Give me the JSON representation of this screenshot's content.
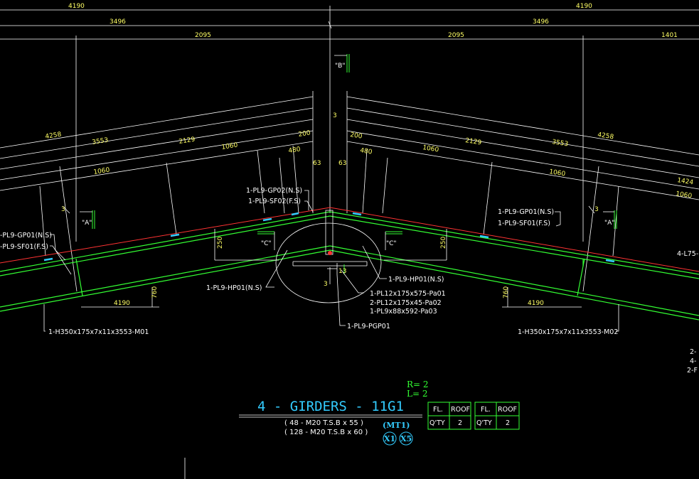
{
  "colors": {
    "background": "#000000",
    "member": "#33ff33",
    "roof_line": "#ff3333",
    "dimension": "#ffffff",
    "dimension_text": "#ffff66",
    "title": "#33ccff"
  },
  "dimensions": {
    "top_left_4190": "4190",
    "top_right_4190": "4190",
    "left_3496": "3496",
    "right_3496": "3496",
    "left_2095": "2095",
    "right_2095": "2095",
    "right_1401": "1401",
    "sl_4258": "4258",
    "sl_3553": "3553",
    "sl_2129": "2129",
    "sl_1060": "1060",
    "sl_200": "200",
    "sl_480": "480",
    "sl_63": "63",
    "sl_1060b": "1060",
    "sr_200": "200",
    "sr_480": "480",
    "sr_63": "63",
    "sr_1060": "1060",
    "sr_2129": "2129",
    "sr_3553": "3553",
    "sr_4258": "4258",
    "sr_1060b": "1060",
    "sr_1424": "1424",
    "sr_1060c": "1060",
    "apex_3": "3",
    "l_3": "3",
    "r_3": "3",
    "b_3": "3",
    "d_250_l": "250",
    "d_250_r": "250",
    "d_760_l": "760",
    "d_760_r": "760",
    "d_4190_l": "4190",
    "d_4190_r": "4190",
    "d_13": "13"
  },
  "section_tags": {
    "b": "\"B\"",
    "a_left": "\"A\"",
    "a_right": "\"A\"",
    "c_left": "\"C\"",
    "c_right": "\"C\""
  },
  "labels": {
    "gp02": "1-PL9-GP02(N.S)",
    "sf02": "1-PL9-SF02(F.S)",
    "gp01_left": "-PL9-GP01(N.S)",
    "sf01_left": "-PL9-SF01(F.S)",
    "gp01_right": "1-PL9-GP01(N.S)",
    "sf01_right": "1-PL9-SF01(F.S)",
    "hp01_left": "1-PL9-HP01(N.S)",
    "hp01_right": "1-PL9-HP01(N.S)",
    "pa01": "1-PL12x175x575-Pa01",
    "pa02": "2-PL12x175x45-Pa02",
    "pa03": "1-PL9x88x592-Pa03",
    "pgp01": "1-PL9-PGP01",
    "m01": "1-H350x175x7x11x3553-M01",
    "m02": "1-H350x175x7x11x3553-M02",
    "l75": "4-L75-",
    "edge_2": "2-",
    "edge_4": "4-",
    "edge_2b": "2-F"
  },
  "title_block": {
    "title": "4  -  GIRDERS  -  11G1",
    "bolts_1": "( 48 - M20 T.S.B x 55 )",
    "bolts_2": "( 128 - M20 T.S.B x 60 )",
    "r_count": "R= 2",
    "l_count": "L= 2",
    "mark_mt1": "(MT1)",
    "mark_x1": "X1",
    "mark_x5": "X5"
  },
  "qty_tables": [
    {
      "header_fl": "FL.",
      "header_roof": "ROOF",
      "row_label": "Q'TY",
      "value": "2"
    },
    {
      "header_fl": "FL.",
      "header_roof": "ROOF",
      "row_label": "Q'TY",
      "value": "2"
    }
  ]
}
